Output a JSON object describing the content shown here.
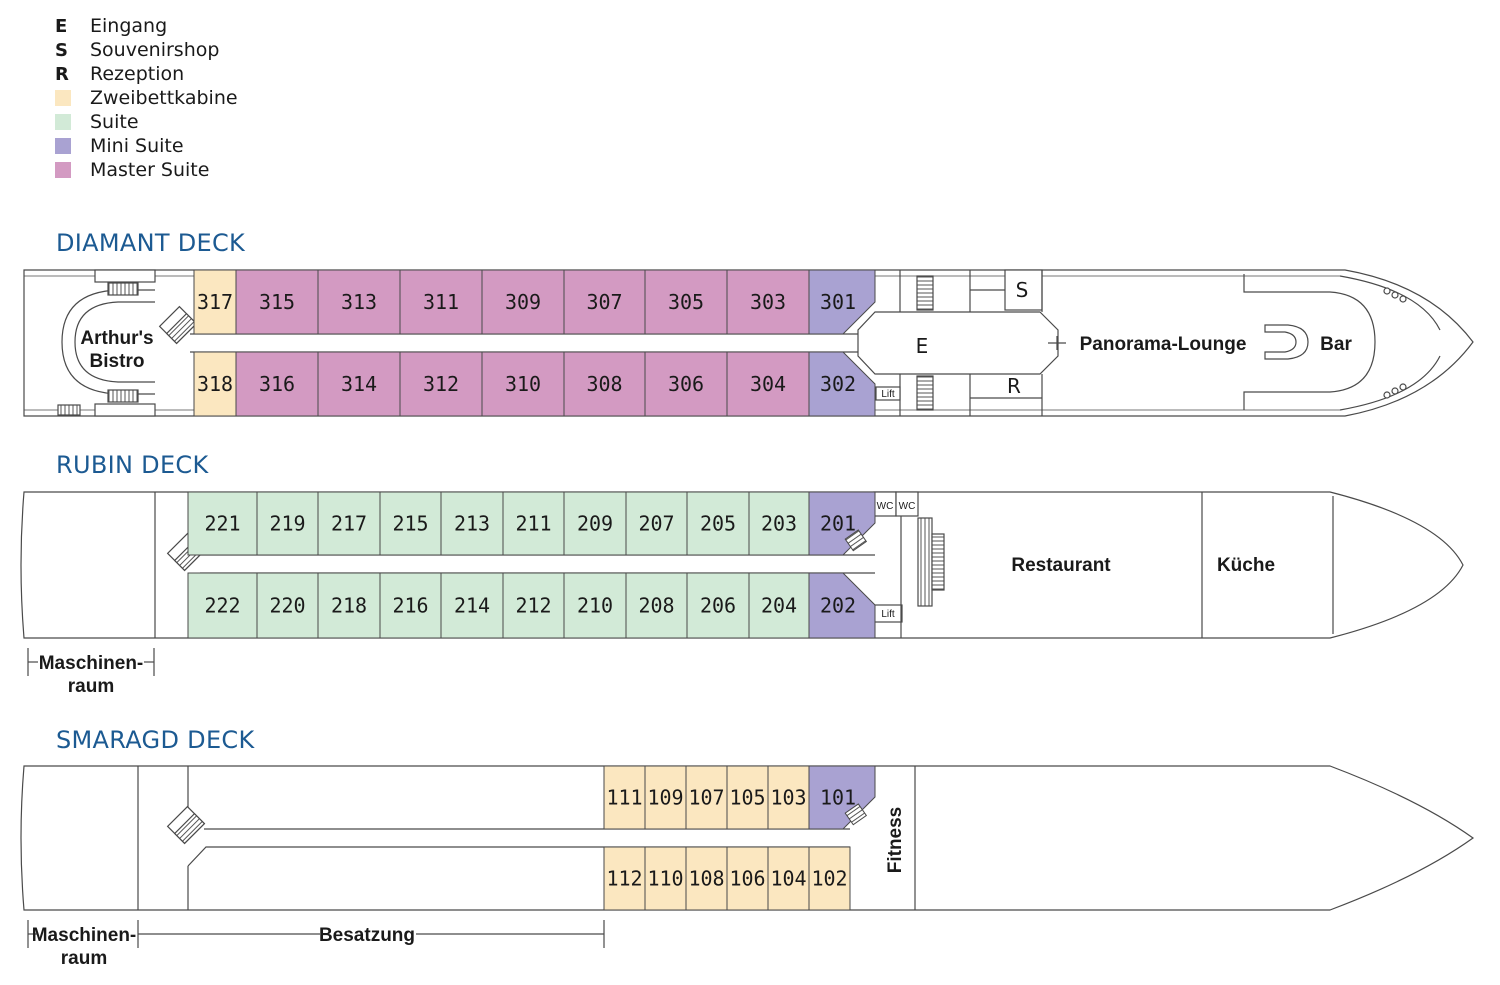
{
  "colors": {
    "zweibett": "#fbe7c0",
    "suite": "#d2ead7",
    "mini": "#a9a2d2",
    "master": "#d39ac2",
    "title": "#1c5a92",
    "line": "#4a4a4a"
  },
  "legend": [
    {
      "key": "E",
      "label": "Eingang"
    },
    {
      "key": "S",
      "label": "Souvenirshop"
    },
    {
      "key": "R",
      "label": "Rezeption"
    },
    {
      "swatch": "zweibett",
      "label": "Zweibettkabine"
    },
    {
      "swatch": "suite",
      "label": "Suite"
    },
    {
      "swatch": "mini",
      "label": "Mini Suite"
    },
    {
      "swatch": "master",
      "label": "Master Suite"
    }
  ],
  "decks": {
    "diamant": {
      "title": "DIAMANT DECK",
      "top_cabins": [
        "317",
        "315",
        "313",
        "311",
        "309",
        "307",
        "305",
        "303",
        "301"
      ],
      "bottom_cabins": [
        "318",
        "316",
        "314",
        "312",
        "310",
        "308",
        "306",
        "304",
        "302"
      ],
      "bistro": [
        "Arthur's",
        "Bistro"
      ],
      "entrance": "E",
      "shop": "S",
      "reception": "R",
      "lift": "Lift",
      "lounge": "Panorama-Lounge",
      "bar": "Bar"
    },
    "rubin": {
      "title": "RUBIN DECK",
      "top_cabins": [
        "221",
        "219",
        "217",
        "215",
        "213",
        "211",
        "209",
        "207",
        "205",
        "203",
        "201"
      ],
      "bottom_cabins": [
        "222",
        "220",
        "218",
        "216",
        "214",
        "212",
        "210",
        "208",
        "206",
        "204",
        "202"
      ],
      "wc": [
        "WC",
        "WC"
      ],
      "lift": "Lift",
      "restaurant": "Restaurant",
      "kitchen": "Küche",
      "engine": [
        "Maschinen-",
        "raum"
      ]
    },
    "smaragd": {
      "title": "SMARAGD DECK",
      "top_cabins": [
        "111",
        "109",
        "107",
        "105",
        "103",
        "101"
      ],
      "bottom_cabins": [
        "112",
        "110",
        "108",
        "106",
        "104",
        "102"
      ],
      "fitness": "Fitness",
      "engine": [
        "Maschinen-",
        "raum"
      ],
      "crew": "Besatzung"
    }
  }
}
